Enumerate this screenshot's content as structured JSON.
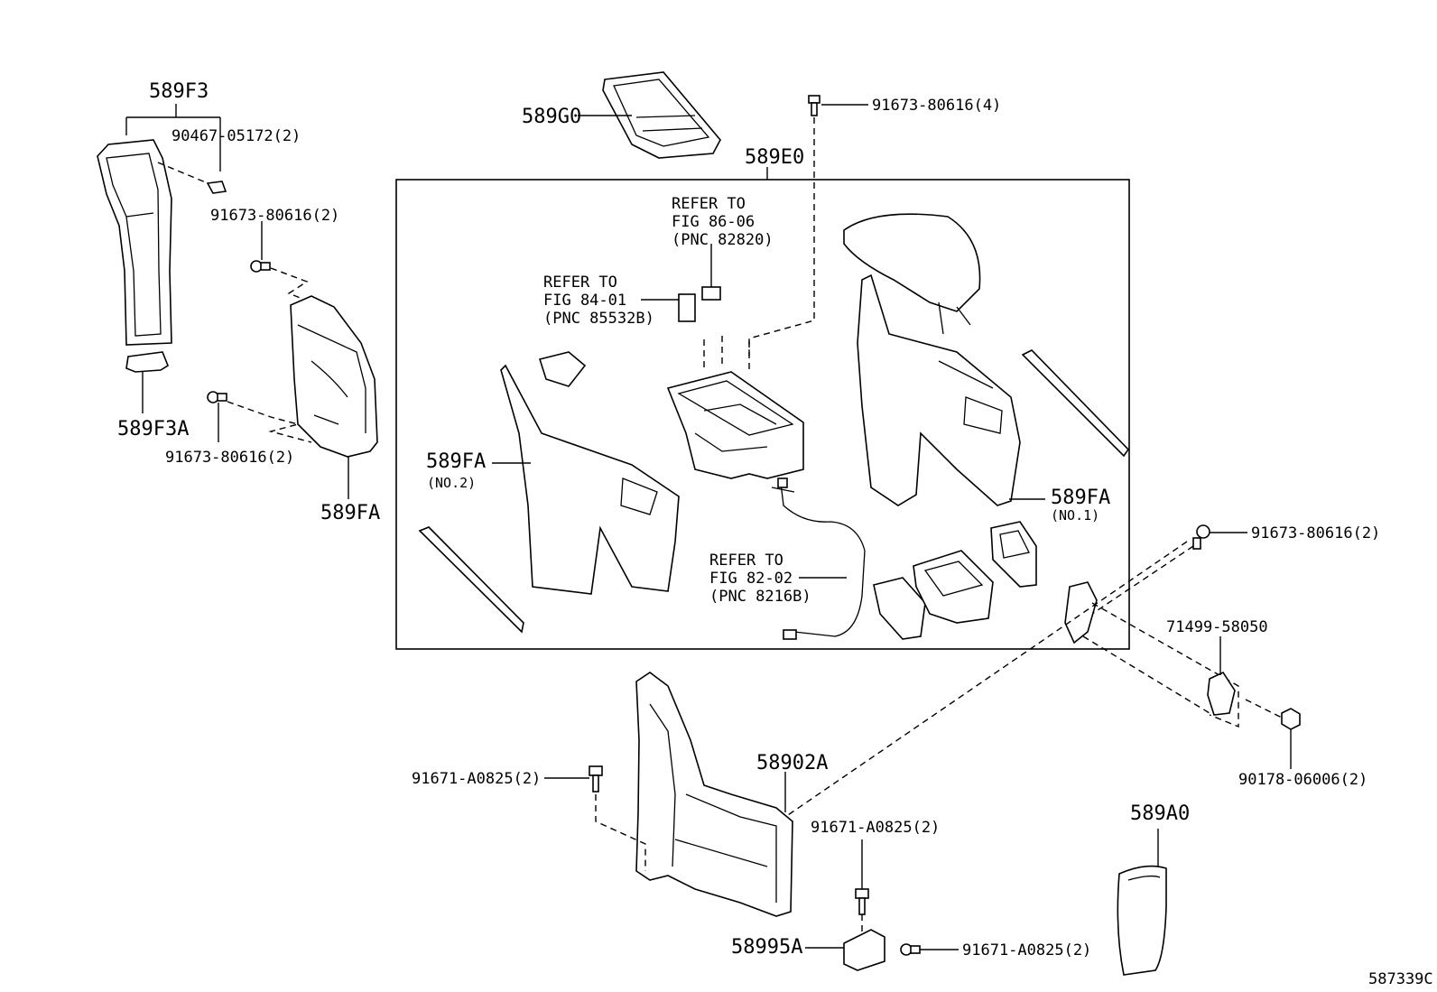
{
  "labels": {
    "p589F3": "589F3",
    "p90467": "90467-05172(2)",
    "p91673_a": "91673-80616(2)",
    "p589F3A": "589F3A",
    "p91673_b": "91673-80616(2)",
    "p589FA_left": "589FA",
    "p589G0": "589G0",
    "p91673_top": "91673-80616(4)",
    "p589E0": "589E0",
    "ref1_l1": "REFER TO",
    "ref1_l2": "FIG 86-06",
    "ref1_l3": "(PNC 82820)",
    "ref2_l1": "REFER TO",
    "ref2_l2": "FIG 84-01",
    "ref2_l3": "(PNC 85532B)",
    "p589FA_no2": "589FA",
    "p589FA_no2_sub": "(NO.2)",
    "p589FA_no1": "589FA",
    "p589FA_no1_sub": "(NO.1)",
    "ref3_l1": "REFER TO",
    "ref3_l2": "FIG 82-02",
    "ref3_l3": "(PNC 8216B)",
    "p91673_right": "91673-80616(2)",
    "p71499": "71499-58050",
    "p90178": "90178-06006(2)",
    "p91671_left": "91671-A0825(2)",
    "p58902A": "58902A",
    "p91671_mid": "91671-A0825(2)",
    "p589A0": "589A0",
    "p58995A": "58995A",
    "p91671_bot": "91671-A0825(2)",
    "diagram_id": "587339C"
  }
}
